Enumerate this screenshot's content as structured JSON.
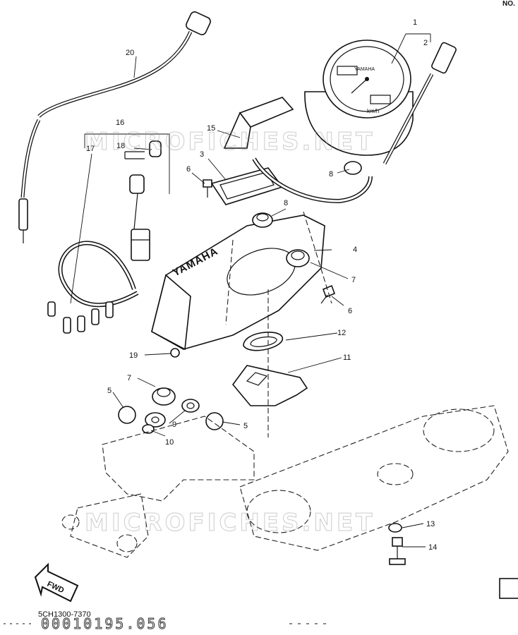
{
  "corner_label": "NO.",
  "watermark": "MICROFICHES.NET",
  "fwd_label": "FWD",
  "drawing_ref": "5CH1300-7370",
  "drawing_code": "00010195.056",
  "brand_on_housing": "YAMAHA",
  "brand_on_gauge": "YAMAHA",
  "gauge_unit": "km/h",
  "callouts": [
    "1",
    "2",
    "3",
    "4",
    "5",
    "5",
    "6",
    "6",
    "7",
    "7",
    "8",
    "8",
    "9",
    "10",
    "11",
    "12",
    "13",
    "14",
    "15",
    "16",
    "17",
    "18",
    "19",
    "20"
  ]
}
